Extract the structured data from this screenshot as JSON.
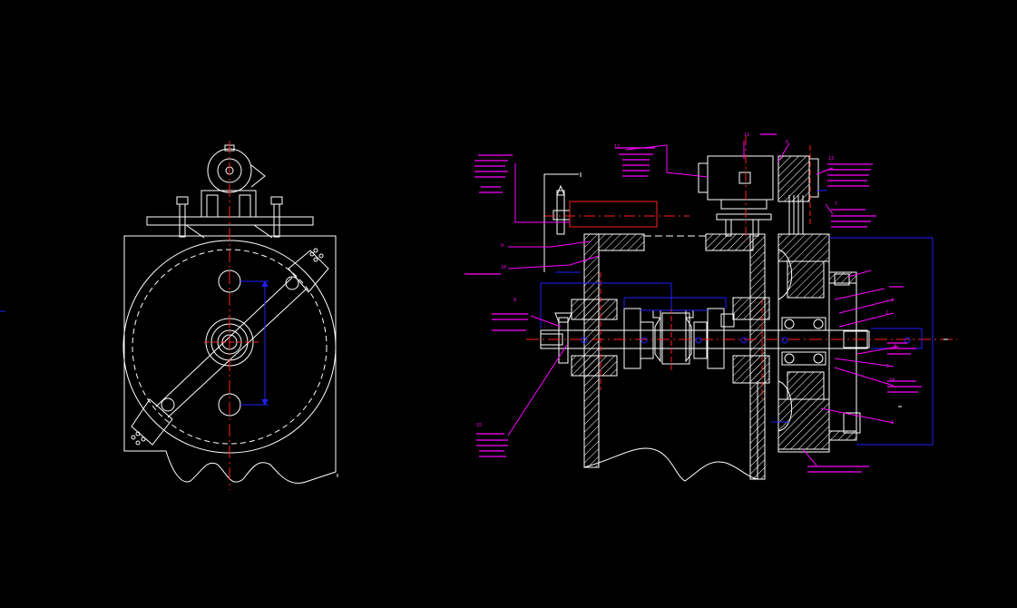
{
  "drawing": {
    "background": "#000000",
    "colors": {
      "outline": "#ffffff",
      "centerline": "#ff2020",
      "dimension": "#2020ff",
      "annotation": "#ff00ff",
      "hatch": "#ffffff"
    }
  },
  "balloons": {
    "b1": "1",
    "b2": "2",
    "b3": "3",
    "b4": "4",
    "b5": "5",
    "b6": "6",
    "b7": "7",
    "b8": "8",
    "b9": "9",
    "b10": "10",
    "b11": "11",
    "b12": "12",
    "b13": "13",
    "b14": "14",
    "b15": "15"
  }
}
